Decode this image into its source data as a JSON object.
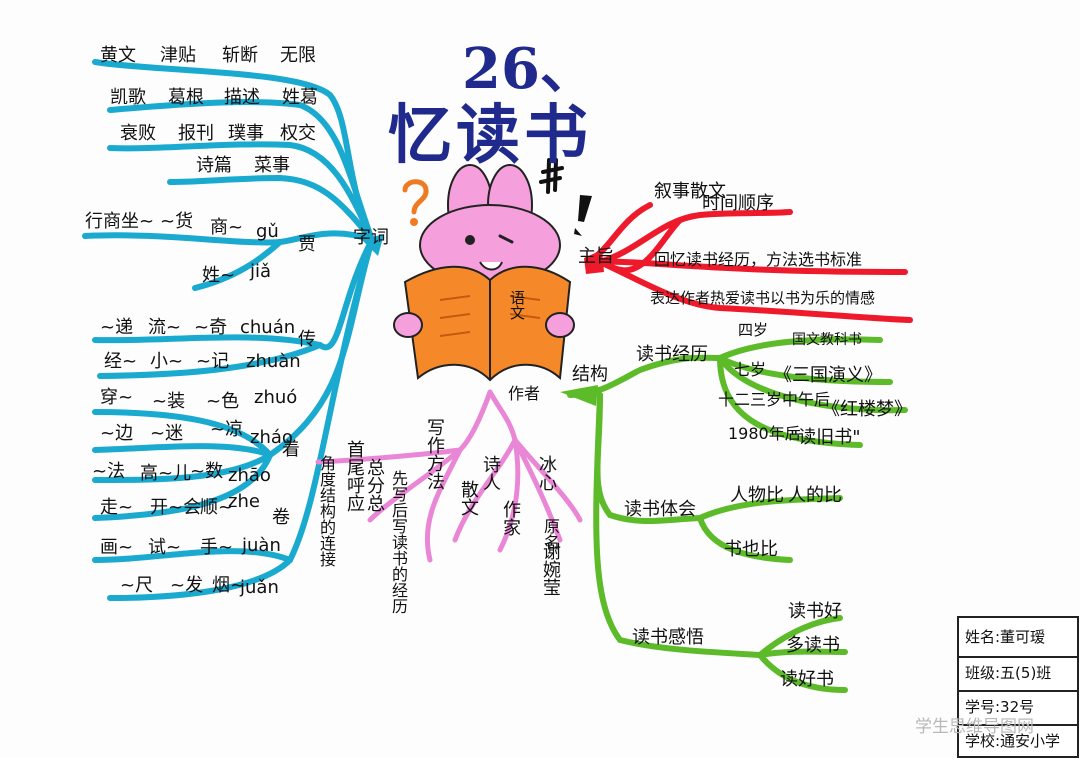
{
  "title": {
    "number": "26、",
    "main": "忆读书"
  },
  "center_book_label": "语文",
  "punct_marks": {
    "question": "?",
    "hash": "#",
    "exclaim": "!"
  },
  "branches": {
    "zici": {
      "label": "字词",
      "items": [
        "黄文",
        "津贴",
        "斩断",
        "无限",
        "凯歌",
        "葛根",
        "描述",
        "姓葛",
        "衰败",
        "报刊",
        "璞事",
        "权交",
        "诗篇",
        "菜事"
      ],
      "jia_rows": [
        "行商坐~",
        "~货",
        "商~",
        "gǔ",
        "贾",
        "姓~",
        "jiǎ"
      ],
      "chuan_rows": [
        "~递",
        "流~",
        "~奇",
        "chuán",
        "传",
        "经~",
        "小~",
        "~记",
        "zhuàn"
      ],
      "zhuo_rows": [
        "穿~",
        "~装",
        "~色",
        "zhuó",
        "~边",
        "~迷",
        "~凉",
        "zháo",
        "着",
        "~法",
        "高~儿",
        "~数",
        "zhāo",
        "走~",
        "开~会",
        "顺~",
        "zhe"
      ],
      "juan_rows": [
        "画~",
        "试~",
        "手~",
        "juàn",
        "卷",
        "~尺",
        "~发",
        "烟~",
        "juǎn"
      ]
    },
    "author": {
      "branch_label": "作者",
      "items": [
        "冰心",
        "谢婉莹",
        "原名",
        "作家",
        "诗人",
        "散文"
      ],
      "methods": [
        "写作方法",
        "总分总",
        "首尾呼应",
        "先写后写读书的经历",
        "角度结构的连接"
      ]
    },
    "zhuzhi": {
      "label": "主旨",
      "items": [
        "叙事散文",
        "时间顺序",
        "回忆读书经历，方法选书标准",
        "表达作者热爱读书以书为乐的情感"
      ]
    },
    "jiegou": {
      "label": "结构",
      "reading": {
        "label": "读书经历",
        "items": [
          "四岁",
          "国文教科书",
          "七岁",
          "《三国演义》",
          "十二三岁中午后",
          "《红楼梦》",
          "1980年后",
          "\"读旧书\""
        ]
      },
      "experience": {
        "label": "读书体会",
        "items": [
          "人物比",
          "人的比",
          "书也比"
        ]
      },
      "insight": {
        "label": "读书感悟",
        "items": [
          "读书好",
          "多读书",
          "读好书"
        ]
      }
    }
  },
  "student_info": {
    "name": "姓名:董可瑷",
    "class": "班级:五(5)班",
    "number": "学号:32号",
    "school": "学校:通安小学"
  },
  "watermark": "学生思维导图网",
  "colors": {
    "cyan": "#1aa9cf",
    "red": "#ee1a2b",
    "green": "#5dbb2a",
    "pink": "#ea86d6",
    "title_blue": "#1f2a8c",
    "bunny_pink": "#f5a0dc",
    "book_orange": "#f5892a"
  }
}
